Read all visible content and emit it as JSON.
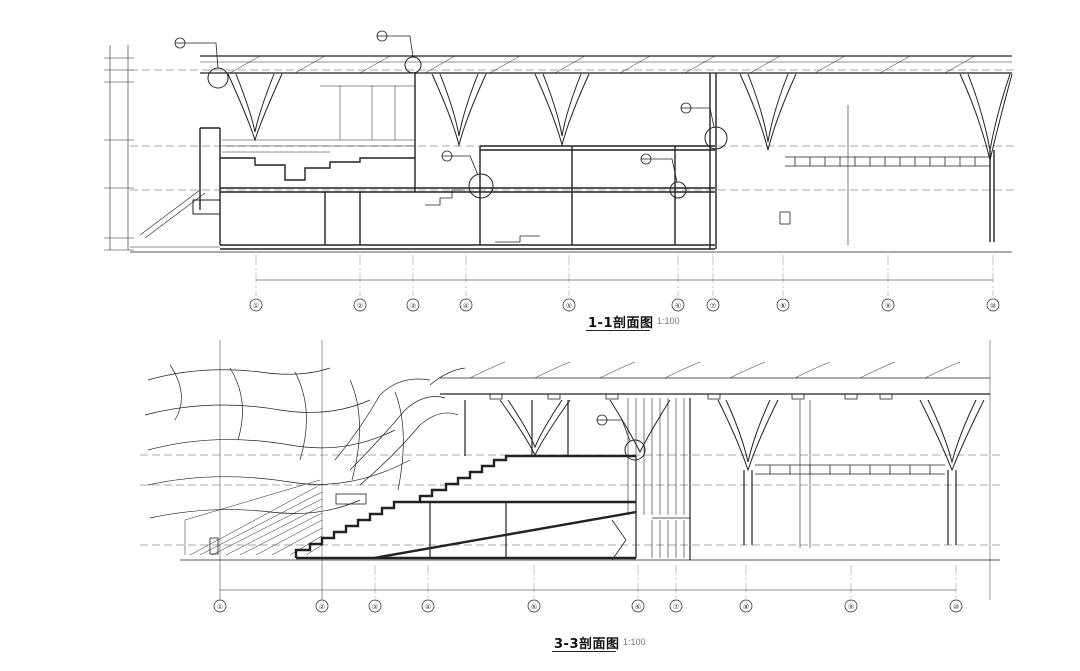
{
  "sections": [
    {
      "id": "section-1-1",
      "title": "1-1剖面图",
      "scale": "1:100",
      "axis_labels": [
        "①",
        "②",
        "③",
        "④",
        "⑤",
        "⑥",
        "⑦",
        "⑧",
        "⑨",
        "⑩"
      ]
    },
    {
      "id": "section-3-3",
      "title": "3-3剖面图",
      "scale": "1:100",
      "axis_labels": [
        "①",
        "②",
        "③",
        "④",
        "⑤",
        "⑥",
        "⑦",
        "⑧",
        "⑨",
        "⑩"
      ]
    }
  ],
  "colors": {
    "line": "#222222",
    "light_line": "#8a8a8a",
    "dash": "#555555"
  }
}
